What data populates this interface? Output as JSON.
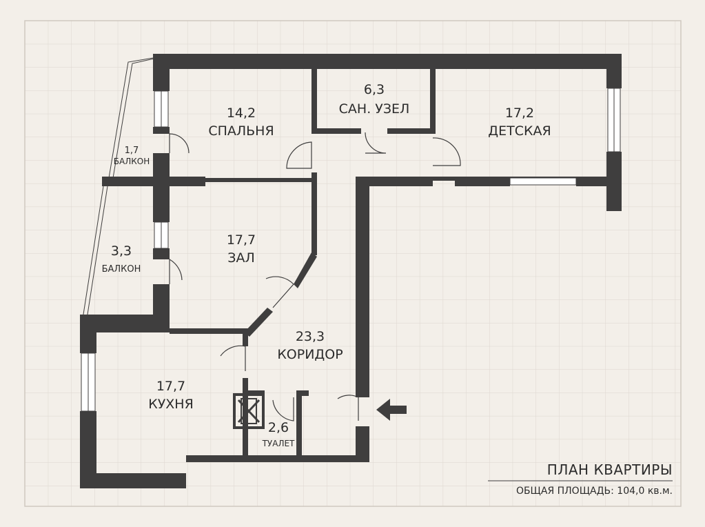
{
  "plan": {
    "title": "ПЛАН КВАРТИРЫ",
    "total_area_label": "ОБЩАЯ ПЛОЩАДЬ: 104,0 кв.м."
  },
  "rooms": {
    "bedroom": {
      "area": "14,2",
      "name": "СПАЛЬНЯ"
    },
    "bathroom": {
      "area": "6,3",
      "name": "САН. УЗЕЛ"
    },
    "kids_room": {
      "area": "17,2",
      "name": "ДЕТСКАЯ"
    },
    "balcony_small": {
      "area": "1,7",
      "name": "БАЛКОН"
    },
    "balcony_large": {
      "area": "3,3",
      "name": "БАЛКОН"
    },
    "living_room": {
      "area": "17,7",
      "name": "ЗАЛ"
    },
    "corridor": {
      "area": "23,3",
      "name": "КОРИДОР"
    },
    "kitchen": {
      "area": "17,7",
      "name": "КУХНЯ"
    },
    "toilet": {
      "area": "2,6",
      "name": "ТУАЛЕТ"
    }
  },
  "icons": {
    "entrance": "entrance-arrow-icon"
  },
  "colors": {
    "background": "#f3efe9",
    "grid": "#dcd6cf",
    "wall": "#3f3e3e",
    "text": "#2b2b2b"
  }
}
